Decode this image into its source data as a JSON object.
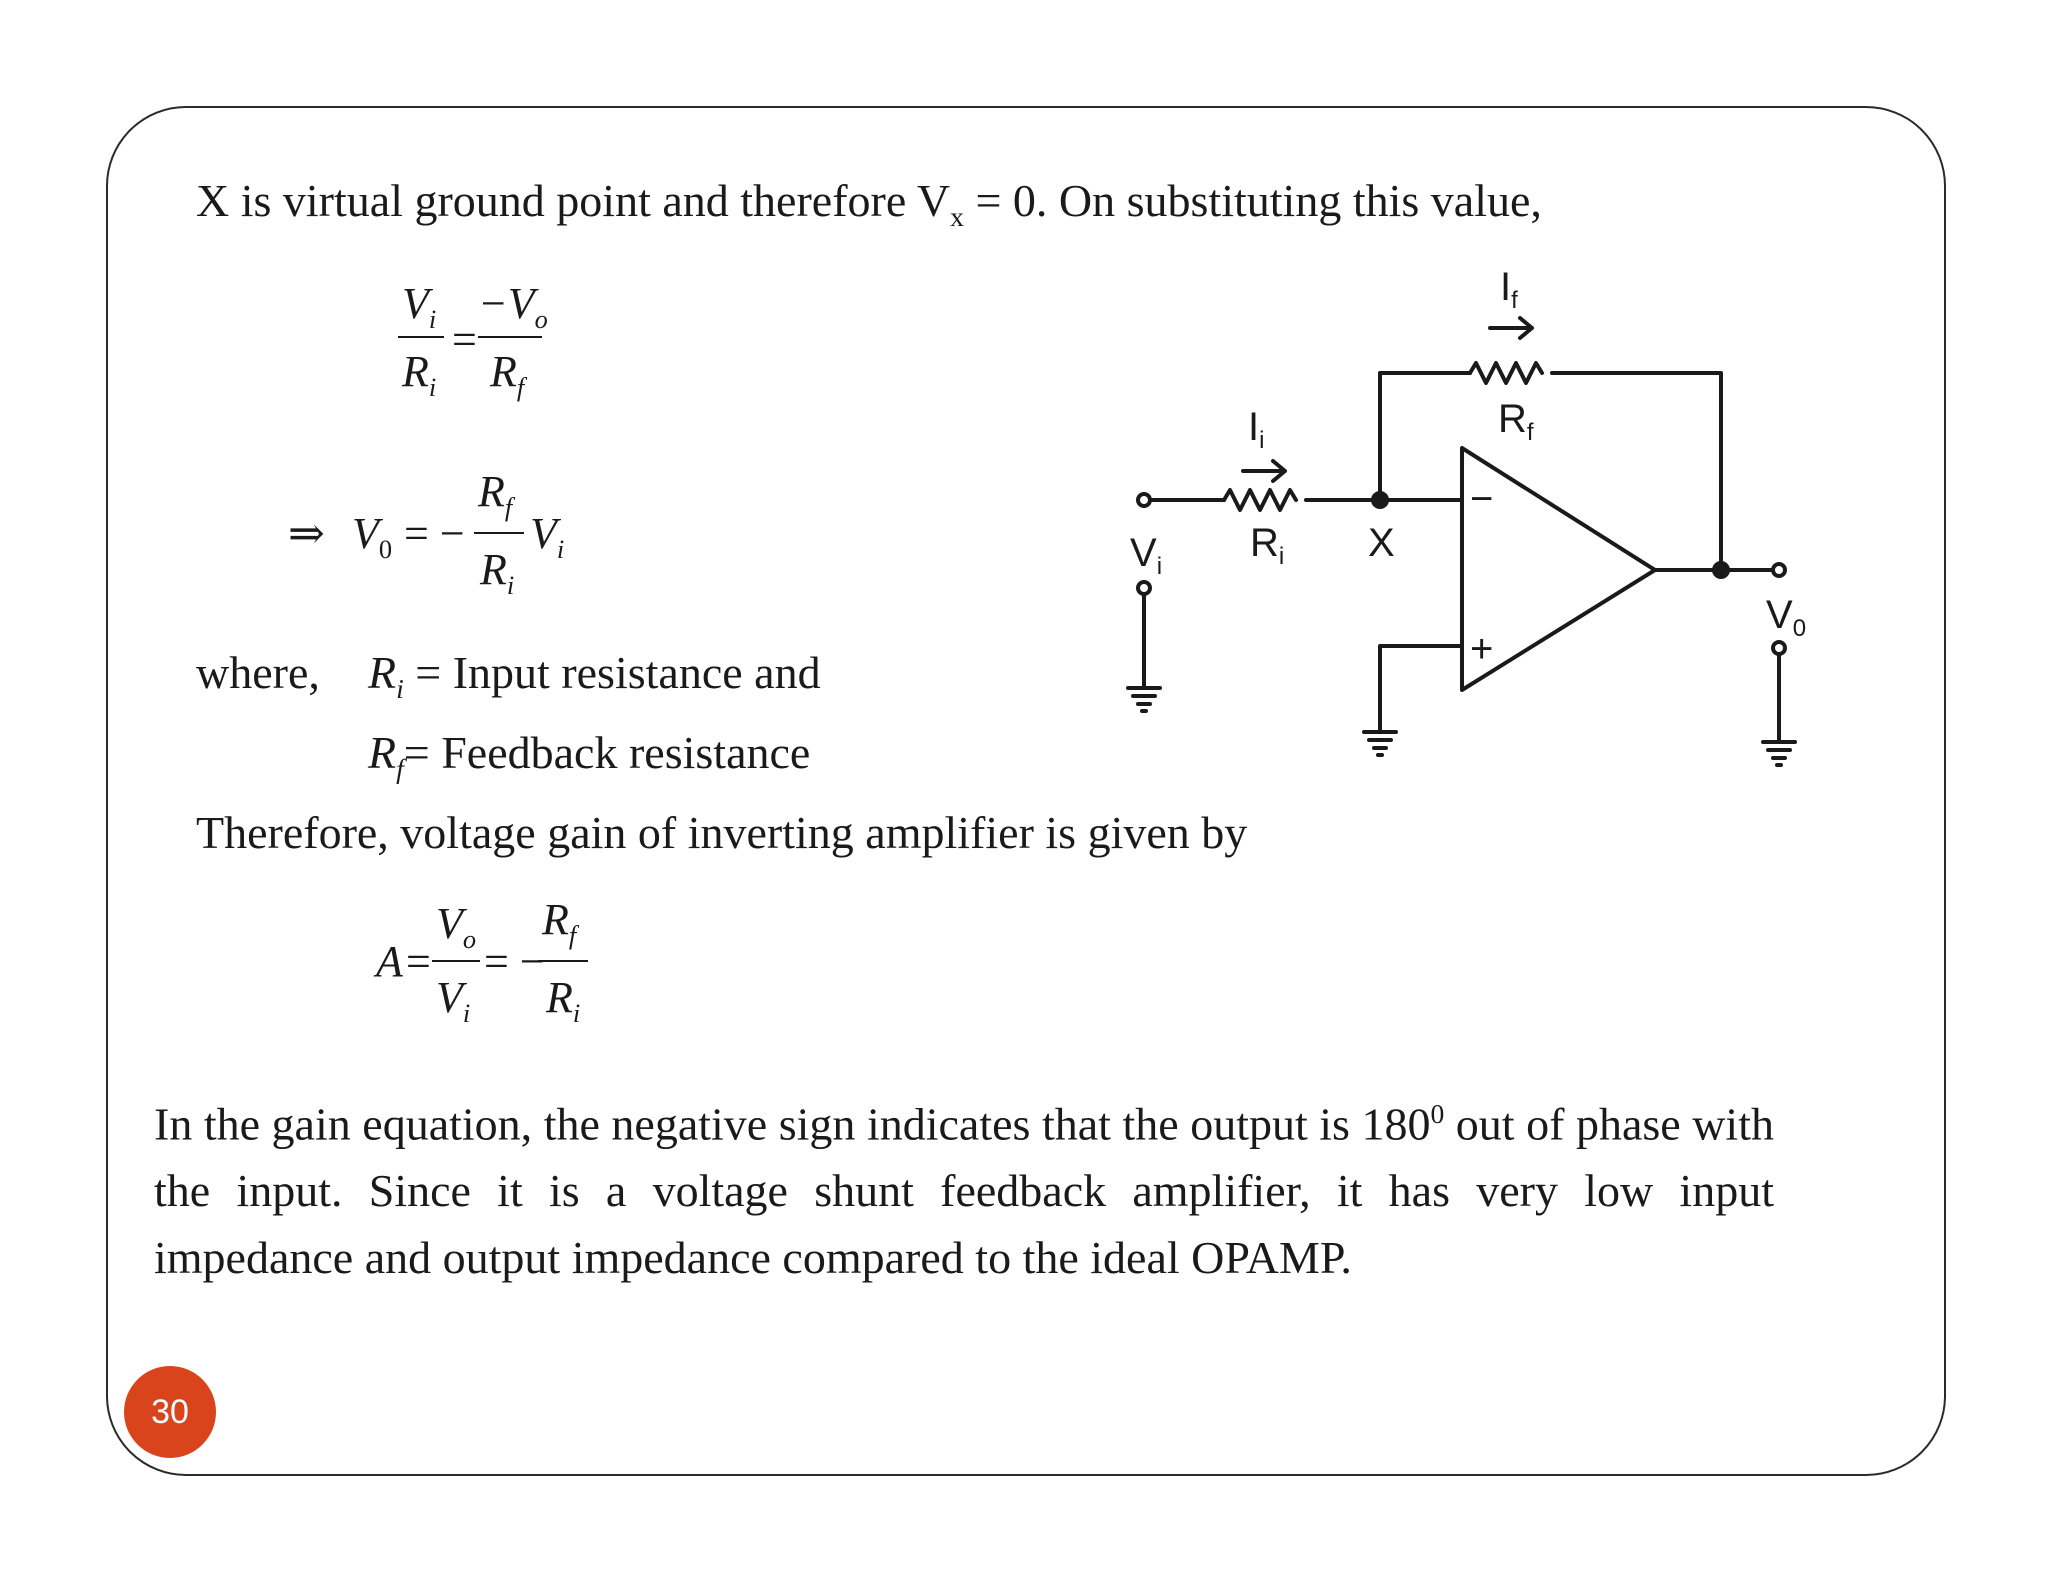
{
  "intro": {
    "pre": "X is virtual ground point and therefore V",
    "sub": "x",
    "post": " = 0. On substituting this value,"
  },
  "eq1": {
    "lhs_num": "V",
    "lhs_num_sub": "i",
    "lhs_den": "R",
    "lhs_den_sub": "i",
    "eq": "=",
    "rhs_num": "−V",
    "rhs_num_sub": "o",
    "rhs_den": "R",
    "rhs_den_sub": "f"
  },
  "eq2": {
    "arrow": "⇒",
    "lhs": "V",
    "lhs_sub": "0",
    "eq": "= −",
    "num": "R",
    "num_sub": "f",
    "den": "R",
    "den_sub": "i",
    "tail": "V",
    "tail_sub": "i"
  },
  "where": {
    "label": "where,",
    "line1_sym": "R",
    "line1_sub": "i",
    "line1_text": " = Input resistance and",
    "line2_sym": "R",
    "line2_sub": "f",
    "line2_text": "= Feedback resistance"
  },
  "therefore_line": "Therefore, voltage gain of inverting amplifier is given by",
  "eq3": {
    "lhs": "A",
    "eq1": "=",
    "num1": "V",
    "num1_sub": "o",
    "den1": "V",
    "den1_sub": "i",
    "eq2": "= −",
    "num2": "R",
    "num2_sub": "f",
    "den2": "R",
    "den2_sub": "i"
  },
  "paragraph": {
    "part1": "In the gain equation, the negative sign indicates that the output is 180",
    "sup": "0",
    "part2": " out of phase with the input. Since it is a voltage shunt feedback amplifier, it has very low input impedance and output impedance compared to the ideal OPAMP."
  },
  "circuit": {
    "label_if": "I",
    "label_if_sub": "f",
    "label_rf": "R",
    "label_rf_sub": "f",
    "label_ii": "I",
    "label_ii_sub": "i",
    "label_ri": "R",
    "label_ri_sub": "i",
    "label_x": "X",
    "label_vi": "V",
    "label_vi_sub": "i",
    "label_vo": "V",
    "label_vo_sub": "0",
    "minus": "−",
    "plus": "+"
  },
  "page_number": "30",
  "colors": {
    "badge": "#d9441c",
    "border": "#2b2b2b"
  }
}
